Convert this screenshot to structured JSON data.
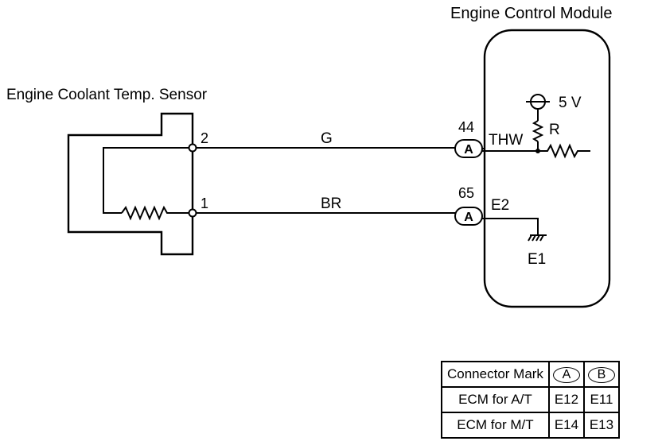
{
  "ecm": {
    "title": "Engine Control Module"
  },
  "sensor": {
    "title": "Engine Coolant Temp. Sensor"
  },
  "sensor_pins": {
    "pin_top": "2",
    "pin_bottom": "1"
  },
  "wires": {
    "top_color": "G",
    "bottom_color": "BR"
  },
  "ecm_pins": {
    "top_number": "44",
    "top_connector": "A",
    "top_terminal": "THW",
    "bottom_number": "65",
    "bottom_connector": "A",
    "bottom_terminal": "E2"
  },
  "ecm_internal": {
    "supply": "5 V",
    "resistor": "R",
    "ground": "E1"
  },
  "connector_table": {
    "header": "Connector Mark",
    "columns": [
      "A",
      "B"
    ],
    "rows": [
      {
        "label": "ECM for A/T",
        "values": [
          "E12",
          "E11"
        ]
      },
      {
        "label": "ECM for M/T",
        "values": [
          "E14",
          "E13"
        ]
      }
    ]
  }
}
